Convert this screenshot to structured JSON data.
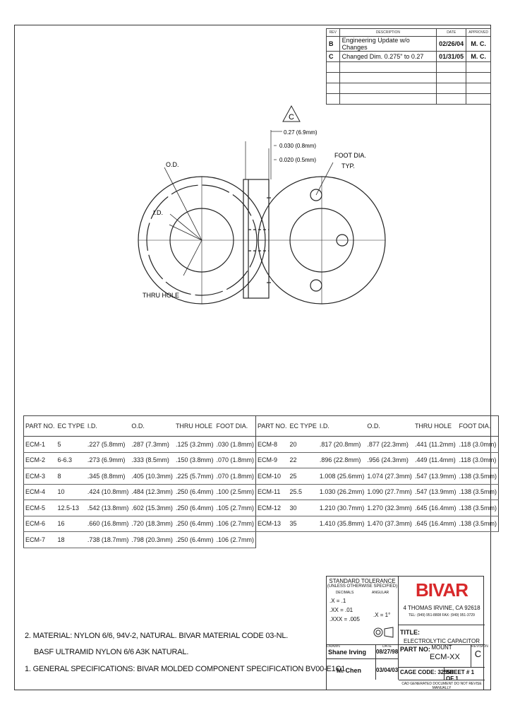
{
  "revisions": {
    "headers": [
      "REV",
      "DESCRIPTION",
      "DATE",
      "APPROVED"
    ],
    "rows": [
      {
        "rev": "B",
        "description": "Engineering Update w/o Changes",
        "date": "02/26/04",
        "approved": "M. C."
      },
      {
        "rev": "C",
        "description": "Changed Dim. 0.275\" to 0.27",
        "date": "01/31/05",
        "approved": "M. C."
      }
    ]
  },
  "drawing": {
    "rev_marker": "C",
    "dim_027": "0.27 (6.9mm)",
    "dim_030": "0.030 (0.8mm)",
    "dim_020": "0.020 (0.5mm)",
    "label_od": "O.D.",
    "label_id": "I.D.",
    "label_thru_hole": "THRU HOLE",
    "label_foot_dia": "FOOT DIA.",
    "label_typ": "TYP."
  },
  "parts_table": {
    "headers": [
      "PART NO.",
      "EC TYPE",
      "I.D.",
      "O.D.",
      "THRU HOLE",
      "FOOT DIA."
    ],
    "left_rows": [
      [
        "ECM-1",
        "5",
        ".227 (5.8mm)",
        ".287 (7.3mm)",
        ".125 (3.2mm)",
        ".030 (1.8mm)"
      ],
      [
        "ECM-2",
        "6-6.3",
        ".273 (6.9mm)",
        ".333 (8.5mm)",
        ".150 (3.8mm)",
        ".070 (1.8mm)"
      ],
      [
        "ECM-3",
        "8",
        ".345 (8.8mm)",
        ".405 (10.3mm)",
        ".225 (5.7mm)",
        ".070 (1.8mm)"
      ],
      [
        "ECM-4",
        "10",
        ".424 (10.8mm)",
        ".484 (12.3mm)",
        ".250 (6.4mm)",
        ".100 (2.5mm)"
      ],
      [
        "ECM-5",
        "12.5-13",
        ".542 (13.8mm)",
        ".602 (15.3mm)",
        ".250 (6.4mm)",
        ".105 (2.7mm)"
      ],
      [
        "ECM-6",
        "16",
        ".660 (16.8mm)",
        ".720 (18.3mm)",
        ".250 (6.4mm)",
        ".106 (2.7mm)"
      ],
      [
        "ECM-7",
        "18",
        ".738 (18.7mm)",
        ".798 (20.3mm)",
        ".250 (6.4mm)",
        ".106 (2.7mm)"
      ]
    ],
    "right_rows": [
      [
        "ECM-8",
        "20",
        ".817 (20.8mm)",
        ".877 (22.3mm)",
        ".441 (11.2mm)",
        ".118 (3.0mm)"
      ],
      [
        "ECM-9",
        "22",
        ".896 (22.8mm)",
        ".956 (24.3mm)",
        ".449 (11.4mm)",
        ".118 (3.0mm)"
      ],
      [
        "ECM-10",
        "25",
        "1.008 (25.6mm)",
        "1.074 (27.3mm)",
        ".547 (13.9mm)",
        ".138 (3.5mm)"
      ],
      [
        "ECM-11",
        "25.5",
        "1.030 (26.2mm)",
        "1.090 (27.7mm)",
        ".547 (13.9mm)",
        ".138 (3.5mm)"
      ],
      [
        "ECM-12",
        "30",
        "1.210 (30.7mm)",
        "1.270 (32.3mm)",
        ".645 (16.4mm)",
        ".138 (3.5mm)"
      ],
      [
        "ECM-13",
        "35",
        "1.410 (35.8mm)",
        "1.470 (37.3mm)",
        ".645 (16.4mm)",
        ".138 (3.5mm)"
      ]
    ]
  },
  "notes": {
    "note2_line1": "2.  MATERIAL: NYLON 6/6, 94V-2, NATURAL. BIVAR MATERIAL CODE 03-NL.",
    "note2_line2": "BASF ULTRAMID NYLON 6/6 A3K NATURAL.",
    "note1": "1.  GENERAL SPECIFICATIONS: BIVAR MOLDED COMPONENT SPECIFICATION BV00-E1C1."
  },
  "title_block": {
    "std_tol_title": "STANDARD TOLERANCE",
    "std_tol_sub": "(UNLESS OTHERWISE SPECIFIED)",
    "decimals_label": "DECIMALS",
    "angular_label": "ANGULAR",
    "tol_x": ".X    = .1",
    "tol_xx": ".XX   = .01",
    "tol_xxx": ".XXX  = .005",
    "tol_angle": ".X  = 1°",
    "company_logo": "BIVAR",
    "company_address": "4 THOMAS IRVINE, CA 92618",
    "company_phone": "TEL: (949) 951-8808    FAX: (949) 951-3729",
    "title_label": "TITLE:",
    "title_value": "ELECTROLYTIC CAPACITOR MOUNT",
    "drawn_label": "DRAWN",
    "date_label": "DATE",
    "drawn_by": "Shane Irving",
    "drawn_date": "08/27/98",
    "checked_by": "M. Chen",
    "checked_date": "03/04/03",
    "part_no_label": "PART NO:",
    "part_no_value": "ECM-XX",
    "revision_label": "REVISION",
    "revision_value": "C",
    "cage_code": "CAGE CODE:  32559",
    "sheet": "SHEET # 1 OF  1",
    "footer": "CAD GENERATED DOCUMENT DO NOT REVISE MANUALLY"
  }
}
